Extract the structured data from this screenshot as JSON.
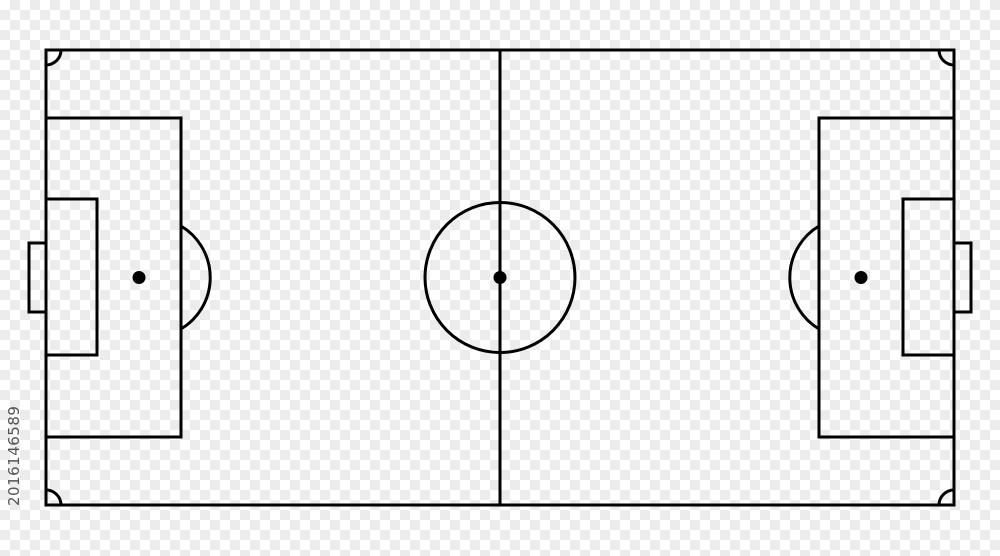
{
  "diagram": {
    "type": "football-pitch-outline",
    "line_color": "#000000",
    "background": "transparency-checkerboard",
    "checker_color": "#ececec"
  },
  "watermark": {
    "stock_id": "2016146589"
  }
}
